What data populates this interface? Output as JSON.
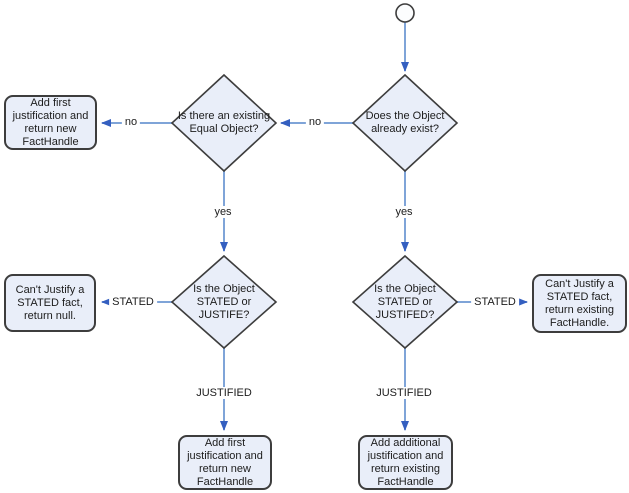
{
  "diagram": {
    "type": "flowchart",
    "colors": {
      "node_fill": "#e9eef9",
      "node_border": "#3d3d3d",
      "arrow_line": "#7fa4d8",
      "arrow_head": "#345fc0",
      "text": "#1c1c1c",
      "background": "#ffffff"
    },
    "nodes": [
      {
        "id": "start",
        "type": "start",
        "label": ""
      },
      {
        "id": "does-object-exist",
        "type": "decision",
        "label": "Does the Object already exist?"
      },
      {
        "id": "equal-object",
        "type": "decision",
        "label": "Is there an existing Equal Object?"
      },
      {
        "id": "add-first-top",
        "type": "process",
        "label": "Add first justification and return new FactHandle"
      },
      {
        "id": "stated-or-justife",
        "type": "decision",
        "label": "Is the Object STATED or JUSTIFE?"
      },
      {
        "id": "stated-or-justifed",
        "type": "decision",
        "label": "Is the Object STATED or JUSTIFED?"
      },
      {
        "id": "cant-justify-null",
        "type": "process",
        "label": "Can't Justify a STATED fact, return null."
      },
      {
        "id": "cant-justify-existing",
        "type": "process",
        "label": "Can't Justify a STATED fact, return existing FactHandle."
      },
      {
        "id": "add-first-bottom",
        "type": "process",
        "label": "Add first justification and return new FactHandle"
      },
      {
        "id": "add-additional",
        "type": "process",
        "label": "Add additional justification and return existing FactHandle"
      }
    ],
    "edges": [
      {
        "from": "start",
        "to": "does-object-exist",
        "label": ""
      },
      {
        "from": "does-object-exist",
        "to": "equal-object",
        "label": "no"
      },
      {
        "from": "equal-object",
        "to": "add-first-top",
        "label": "no"
      },
      {
        "from": "equal-object",
        "to": "stated-or-justife",
        "label": "yes"
      },
      {
        "from": "does-object-exist",
        "to": "stated-or-justifed",
        "label": "yes"
      },
      {
        "from": "stated-or-justife",
        "to": "cant-justify-null",
        "label": "STATED"
      },
      {
        "from": "stated-or-justife",
        "to": "add-first-bottom",
        "label": "JUSTIFIED"
      },
      {
        "from": "stated-or-justifed",
        "to": "cant-justify-existing",
        "label": "STATED"
      },
      {
        "from": "stated-or-justifed",
        "to": "add-additional",
        "label": "JUSTIFIED"
      }
    ]
  }
}
